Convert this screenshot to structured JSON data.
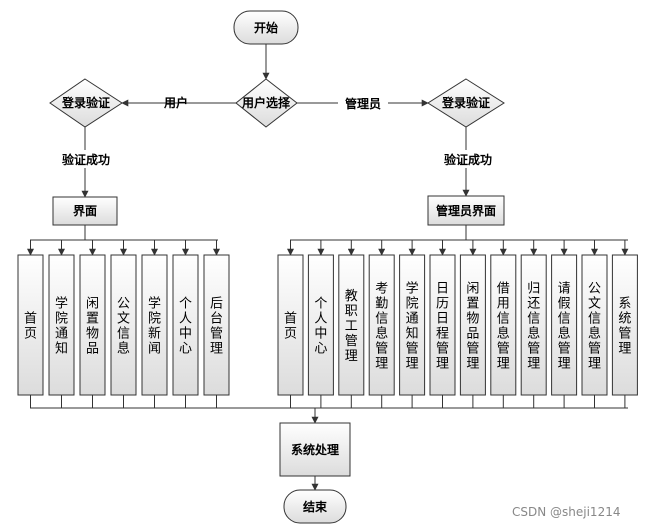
{
  "nodes": {
    "start": "开始",
    "user_select": "用户选择",
    "login_user": "登录验证",
    "login_admin": "登录验证",
    "user_ui": "界面",
    "admin_ui": "管理员界面",
    "system_process": "系统处理",
    "end": "结束"
  },
  "edge_labels": {
    "user": "用户",
    "admin": "管理员",
    "verify_success_left": "验证成功",
    "verify_success_right": "验证成功"
  },
  "user_modules": [
    "首页",
    "学院通知",
    "闲置物品",
    "公文信息",
    "学院新闻",
    "个人中心",
    "后台管理"
  ],
  "admin_modules": [
    "首页",
    "个人中心",
    "教职工管理",
    "考勤信息管理",
    "学院通知管理",
    "日历日程管理",
    "闲置物品管理",
    "借用信息管理",
    "归还信息管理",
    "请假信息管理",
    "公文信息管理",
    "系统管理"
  ],
  "watermark": "CSDN @sheji1214",
  "colors": {
    "fill_top": "#ffffff",
    "fill_bottom": "#dcdcdc",
    "stroke": "#333333"
  }
}
